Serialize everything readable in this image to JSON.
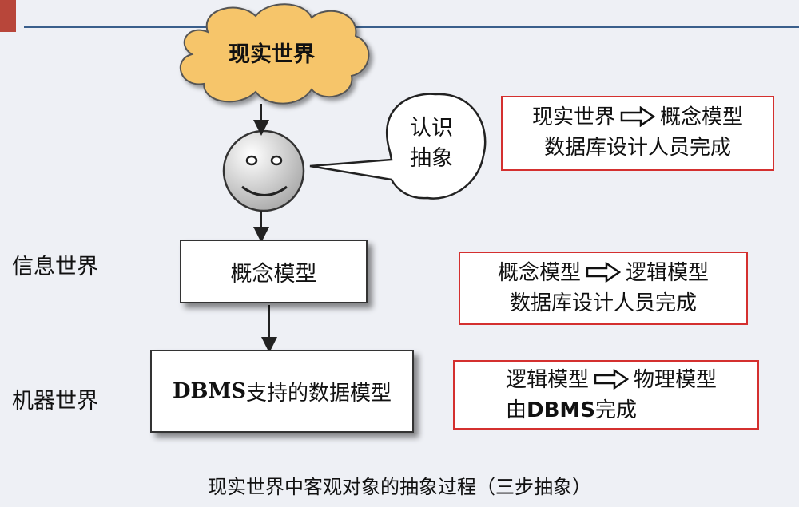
{
  "cloud_label": "现实世界",
  "bubble": {
    "line1": "认识",
    "line2": "抽象"
  },
  "info_world_label": "信息世界",
  "machine_world_label": "机器世界",
  "concept_box_label": "概念模型",
  "dbms_box": {
    "bold": "DBMS",
    "rest": "支持的数据模型"
  },
  "step1": {
    "from": "现实世界",
    "to": "概念模型",
    "actor": "数据库设计人员完成"
  },
  "step2": {
    "from": "概念模型",
    "to": "逻辑模型",
    "actor": "数据库设计人员完成"
  },
  "step3": {
    "from": "逻辑模型",
    "to": "物理模型",
    "actor_prefix": "由",
    "actor_bold": "DBMS",
    "actor_suffix": "完成"
  },
  "caption": "现实世界中客观对象的抽象过程（三步抽象）",
  "colors": {
    "cloud": "#f6c56a",
    "box_border_red": "#d4302f",
    "rule": "#3a5f8c"
  }
}
